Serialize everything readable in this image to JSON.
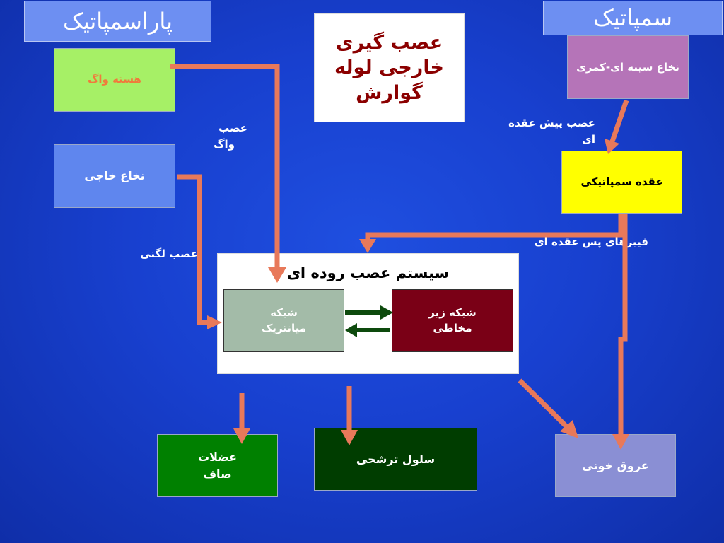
{
  "headers": {
    "parasympathetic": "پاراسمپاتیک",
    "sympathetic": "سمپاتیک"
  },
  "title": {
    "line1": "عصب گیری",
    "line2": "خارجی لوله",
    "line3": "گوارش"
  },
  "boxes": {
    "vagus_nucleus": "هسته واگ",
    "sacral_spinal": "نخاع خاجی",
    "thoracolumbar_spinal": "نخاع سینه ای-کمری",
    "sympathetic_ganglion": "عقده سمپاتیکی",
    "enteric_system_title": "سیستم عصب روده ای",
    "myenteric_line1": "شبکه",
    "myenteric_line2": "میانتریک",
    "submucosal_line1": "شبکه زیر",
    "submucosal_line2": "مخاطی",
    "smooth_muscle_line1": "عضلات",
    "smooth_muscle_line2": "صاف",
    "secretory_cell": "سلول ترشحی",
    "blood_vessels": "عروق خونی"
  },
  "labels": {
    "vagus_nerve_line1": "عصب",
    "vagus_nerve_line2": "واگ",
    "pelvic_nerve": "عصب لگنی",
    "preganglionic_line1": "عصب پیش عقده",
    "preganglionic_line2": "ای",
    "postganglionic": "فیبرهای پس عقده ای"
  },
  "colors": {
    "background": "#1840cf",
    "arrow": "#e8795a",
    "inner_arrow": "#0d4a0d",
    "header_box": "#6d8ff2",
    "vagus_box": "#a6f066",
    "vagus_text": "#f07a3c",
    "sacral_box": "#5f86ee",
    "thoracolumbar_box": "#b574b8",
    "ganglion_box": "#ffff00",
    "myenteric_box": "#a3bba8",
    "submucosal_box": "#7a0016",
    "smooth_muscle_box": "#008000",
    "secretory_box": "#003d00",
    "vessel_box": "#8a8fd4"
  }
}
